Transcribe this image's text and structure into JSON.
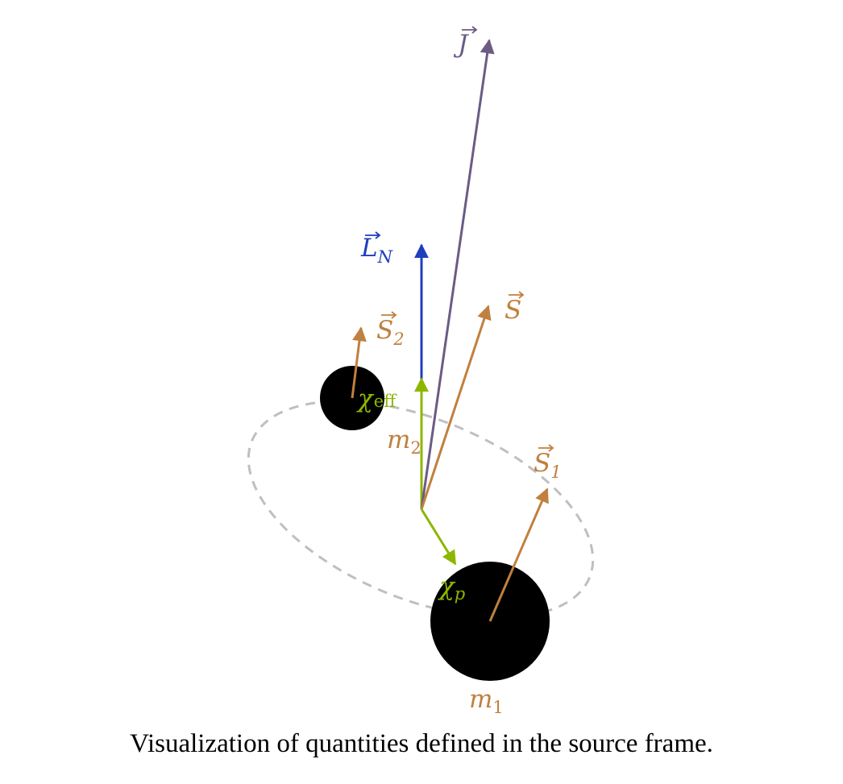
{
  "colors": {
    "J": "#6b5b85",
    "L": "#1f3dbf",
    "spin": "#c0803f",
    "chi": "#8db600",
    "orbit": "#bfbfbf",
    "mass": "#000000"
  },
  "labels": {
    "J": "J",
    "L": "L",
    "L_sub": "N",
    "S": "S",
    "S1": "S",
    "S1_sub": "1",
    "S2": "S",
    "S2_sub": "2",
    "chi_eff": "χ",
    "chi_eff_sub": "eff",
    "chi_p": "χ",
    "chi_p_sub": "p",
    "m1": "m",
    "m1_sub": "1",
    "m2": "m",
    "m2_sub": "2"
  },
  "caption": "Visualization of quantities defined in the source frame."
}
